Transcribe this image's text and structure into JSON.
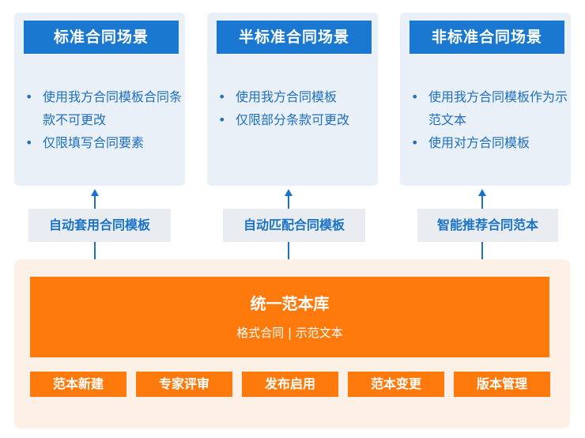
{
  "colors": {
    "scenario_card_bg": "#e9f0f8",
    "scenario_title_bg": "#1b78d0",
    "blue_text": "#1f6fc0",
    "connector_label_bg": "#e9edf2",
    "base_bg": "#fdf0e7",
    "orange": "#fe7a0c"
  },
  "scenarios": [
    {
      "title": "标准合同场景",
      "bullets": [
        "使用我方合同模板合同条款不可更改",
        "仅限填写合同要素"
      ]
    },
    {
      "title": "半标准合同场景",
      "bullets": [
        "使用我方合同模板",
        "仅限部分条款可更改"
      ]
    },
    {
      "title": "非标准合同场景",
      "bullets": [
        "使用我方合同模板作为示范文本",
        "使用对方合同模板"
      ]
    }
  ],
  "connectors": [
    {
      "label": "自动套用合同模板"
    },
    {
      "label": "自动匹配合同模板"
    },
    {
      "label": "智能推荐合同范本"
    }
  ],
  "library": {
    "title": "统一范本库",
    "subtitle": "格式合同 | 示范文本",
    "functions": [
      "范本新建",
      "专家评审",
      "发布启用",
      "范本变更",
      "版本管理"
    ]
  }
}
